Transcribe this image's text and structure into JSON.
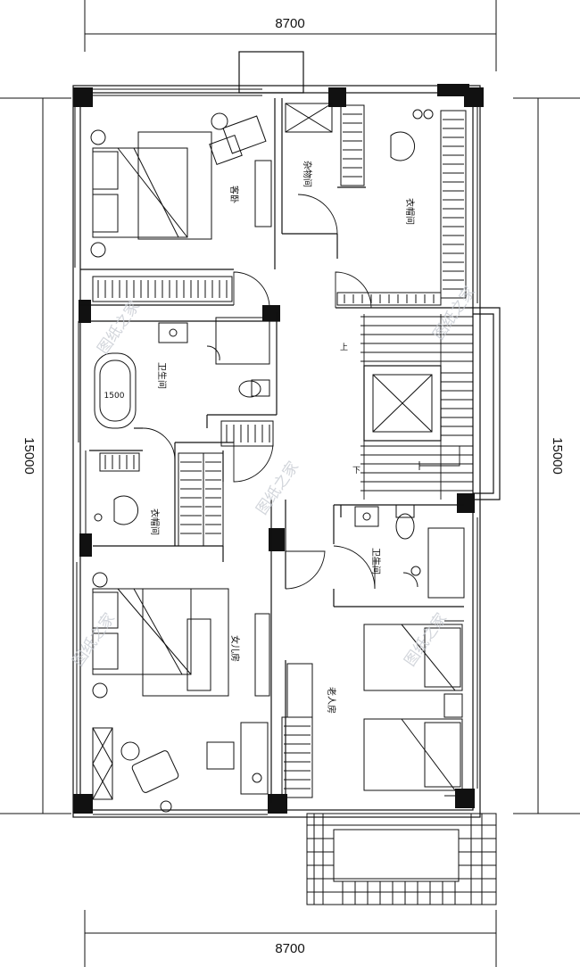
{
  "dimensions": {
    "top_width": "8700",
    "bottom_width": "8700",
    "left_height": "15000",
    "right_height": "15000"
  },
  "rooms": {
    "guest_bedroom": "客卧",
    "storage": "杂物间",
    "closet_ne": "衣帽间",
    "bath_w": "卫生间",
    "closet_w": "衣帽间",
    "daughter_room": "女儿房",
    "bath_e": "卫生间",
    "elder_room": "老人房"
  },
  "stair": {
    "up": "上",
    "down": "下"
  },
  "bathtub_label": "1500",
  "watermark": "图纸之家"
}
